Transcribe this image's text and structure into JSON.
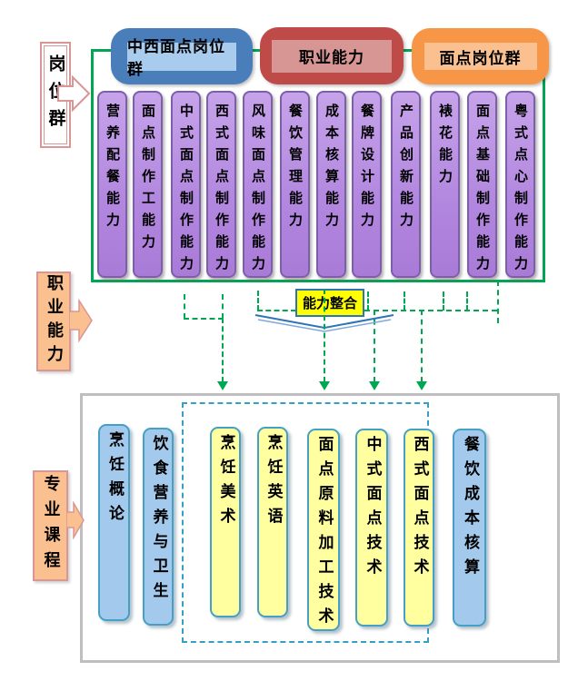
{
  "sidebar_labels": {
    "post_group": "岗位群",
    "vocational_ability": "职业能力",
    "professional_courses": "专业课程"
  },
  "group_headers": {
    "west_chinese_pastry_post_group": "中西面点岗位群",
    "vocational_ability": "职业能力",
    "pastry_post_group": "面点岗位群"
  },
  "abilities": [
    "营养配餐能力",
    "面点制作工能力",
    "中式面点制作能力",
    "西式面点制作能力",
    "风味面点制作能力",
    "餐饮管理能力",
    "成本核算能力",
    "餐牌设计能力",
    "产品创新能力",
    "裱花能力",
    "面点基础制作能力",
    "粤式点心制作能力"
  ],
  "integration": {
    "label": "能力整合"
  },
  "courses": [
    {
      "label": "烹饪概论",
      "type": "blue"
    },
    {
      "label": "饮食营养与卫生",
      "type": "blue"
    },
    {
      "label": "烹饪美术",
      "type": "yellow"
    },
    {
      "label": "烹饪英语",
      "type": "yellow"
    },
    {
      "label": "面点原料加工技术",
      "type": "yellow"
    },
    {
      "label": "中式面点技术",
      "type": "yellow"
    },
    {
      "label": "西式面点技术",
      "type": "yellow"
    },
    {
      "label": "餐饮成本核算",
      "type": "blue"
    }
  ],
  "colors": {
    "frame_green": "#00A651",
    "ability_purple": "#B287DF",
    "header_blue": "#4A7EBB",
    "header_blue_inner": "#A9CCEE",
    "header_red": "#BE4B48",
    "header_red_inner": "#D79593",
    "header_orange": "#F79646",
    "header_orange_inner": "#FAC08F",
    "integration_yellow": "#FFFF00",
    "integration_border_blue": "#2E75B6",
    "course_blue": "#A3C9ED",
    "course_yellow": "#FFFFA0",
    "course_border_teal": "#44A0C4",
    "core_frame_teal": "#33A0C6",
    "label_peach": "#FAC090",
    "label_border_pink": "#D99694",
    "courses_box_border_gray": "#BFBFBF"
  }
}
